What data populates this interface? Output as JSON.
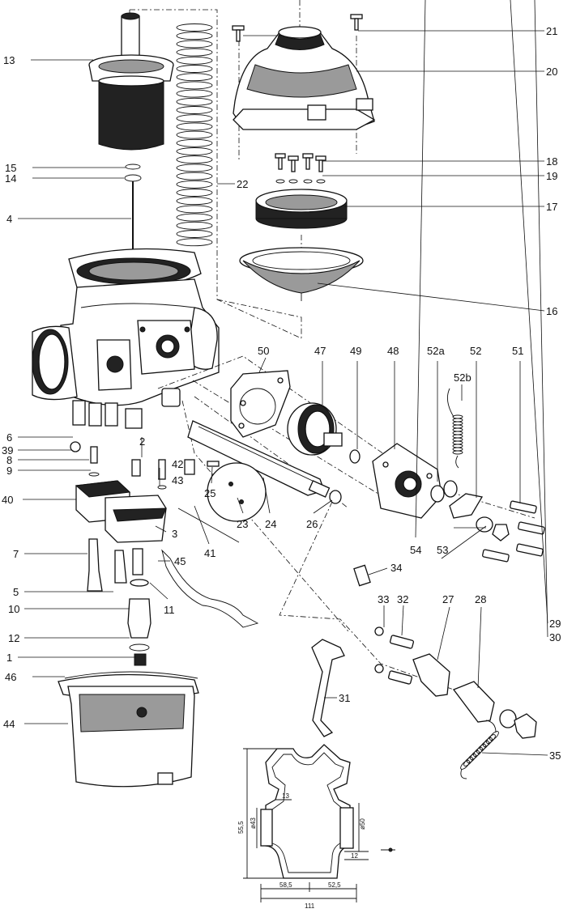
{
  "callouts": {
    "c1": "1",
    "c2": "2",
    "c3": "3",
    "c4": "4",
    "c5": "5",
    "c6": "6",
    "c7": "7",
    "c8": "8",
    "c9": "9",
    "c10": "10",
    "c11": "11",
    "c12": "12",
    "c13": "13",
    "c14": "14",
    "c15": "15",
    "c16": "16",
    "c17": "17",
    "c18": "18",
    "c19": "19",
    "c20": "20",
    "c21": "21",
    "c22": "22",
    "c23": "23",
    "c24": "24",
    "c25": "25",
    "c26": "26",
    "c27": "27",
    "c28": "28",
    "c29": "29",
    "c30": "30",
    "c31": "31",
    "c32": "32",
    "c33": "33",
    "c34": "34",
    "c35": "35",
    "c39": "39",
    "c40": "40",
    "c41": "41",
    "c42": "42",
    "c43": "43",
    "c44": "44",
    "c45": "45",
    "c46": "46",
    "c47": "47",
    "c48": "48",
    "c49": "49",
    "c50": "50",
    "c51": "51",
    "c52": "52",
    "c52a": "52a",
    "c52b": "52b",
    "c53": "53",
    "c54": "54"
  },
  "dimensions": {
    "d13": "13",
    "d55_5": "55,5",
    "d43": "ø43",
    "d50": "ø50",
    "d12": "12",
    "d58_5": "58,5",
    "d52_5": "52,5",
    "d111": "111"
  }
}
